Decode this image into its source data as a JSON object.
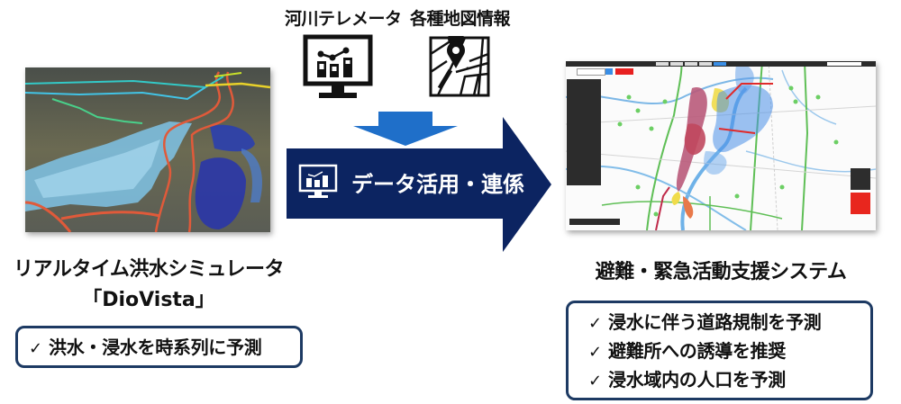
{
  "left_system": {
    "image_alt": "3D flood simulation view",
    "title_line1": "リアルタイム洪水シミュレータ",
    "title_line2": "「DioVista」",
    "features": [
      {
        "check": "✓",
        "text": "洪水・浸水を時系列に予測"
      }
    ]
  },
  "data_sources": [
    {
      "label": "河川テレメータ",
      "icon": "monitor-chart-icon"
    },
    {
      "label": "各種地図情報",
      "icon": "map-pin-icon"
    }
  ],
  "flow_arrow": {
    "label": "データ活用・連係",
    "icon": "monitor-chart-icon",
    "colors": {
      "navy": "#0c2461",
      "blue": "#1f6fc9"
    }
  },
  "right_system": {
    "image_alt": "Evacuation support system map screen",
    "title": "避難・緊急活動支援システム",
    "features": [
      {
        "check": "✓",
        "text": "浸水に伴う道路規制を予測"
      },
      {
        "check": "✓",
        "text": "避難所への誘導を推奨"
      },
      {
        "check": "✓",
        "text": "浸水域内の人口を予測"
      }
    ]
  },
  "colors": {
    "box_border": "#1d3a63",
    "arrow_navy": "#0c2461",
    "arrow_blue": "#1f6fc9"
  }
}
